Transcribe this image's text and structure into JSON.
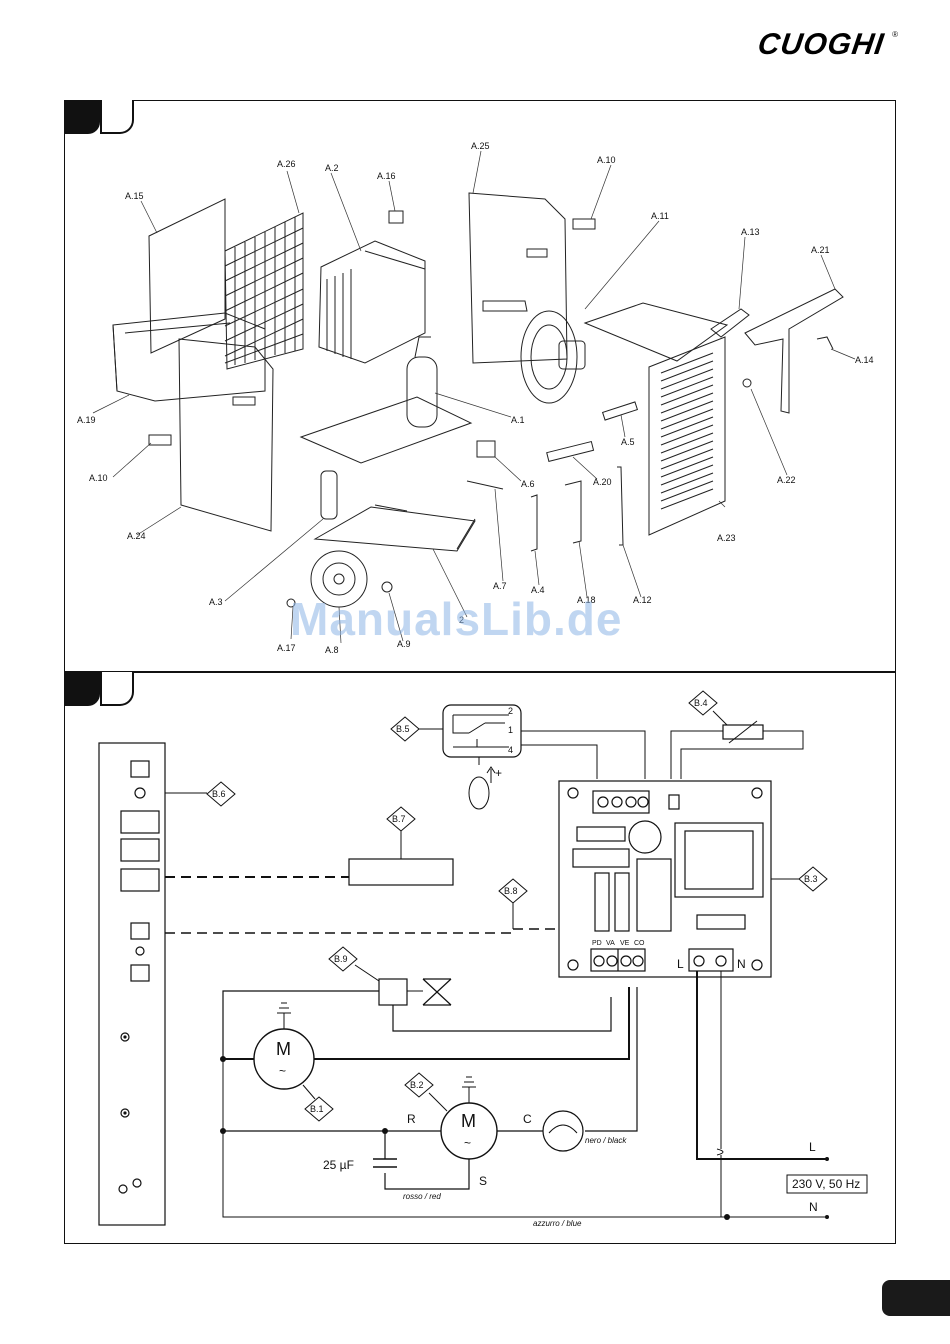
{
  "brand": {
    "name": "CUOGHI",
    "reg_mark": "®"
  },
  "watermark": "ManualsLib.de",
  "exploded_labels": {
    "a26": "A.26",
    "a2": "A.2",
    "a16": "A.16",
    "a15": "A.15",
    "a19": "A.19",
    "a10l": "A.10",
    "a24": "A.24",
    "a3": "A.3",
    "a17": "A.17",
    "a8": "A.8",
    "a9": "A.9",
    "p2": "2",
    "a25": "A.25",
    "a10r": "A.10",
    "a11": "A.11",
    "a13": "A.13",
    "a21": "A.21",
    "a14": "A.14",
    "a1": "A.1",
    "a5": "A.5",
    "a22": "A.22",
    "a6": "A.6",
    "a20": "A.20",
    "a23": "A.23",
    "a7": "A.7",
    "a4": "A.4",
    "a18": "A.18",
    "a12": "A.12"
  },
  "wiring": {
    "b1": "B.1",
    "b2": "B.2",
    "b3": "B.3",
    "b4": "B.4",
    "b5": "B.5",
    "b6": "B.6",
    "b7": "B.7",
    "b8": "B.8",
    "b9": "B.9",
    "switch_pins": {
      "p2": "2",
      "p1": "1",
      "p4": "4"
    },
    "plus_sign": "+",
    "terminals": {
      "pd": "PD",
      "va": "VA",
      "ve": "VE",
      "co": "CO"
    },
    "power_terminals": {
      "l": "L",
      "n": "N"
    },
    "motor_symbol": "M",
    "tilde": "~",
    "compressor_pins": {
      "r": "R",
      "c": "C",
      "s": "S"
    },
    "capacitor": "25 µF",
    "wire_black": "nero / black",
    "wire_red": "rosso / red",
    "wire_blue": "azzurro / blue",
    "line_l": "L",
    "line_n": "N",
    "supply": "230 V, 50 Hz"
  }
}
